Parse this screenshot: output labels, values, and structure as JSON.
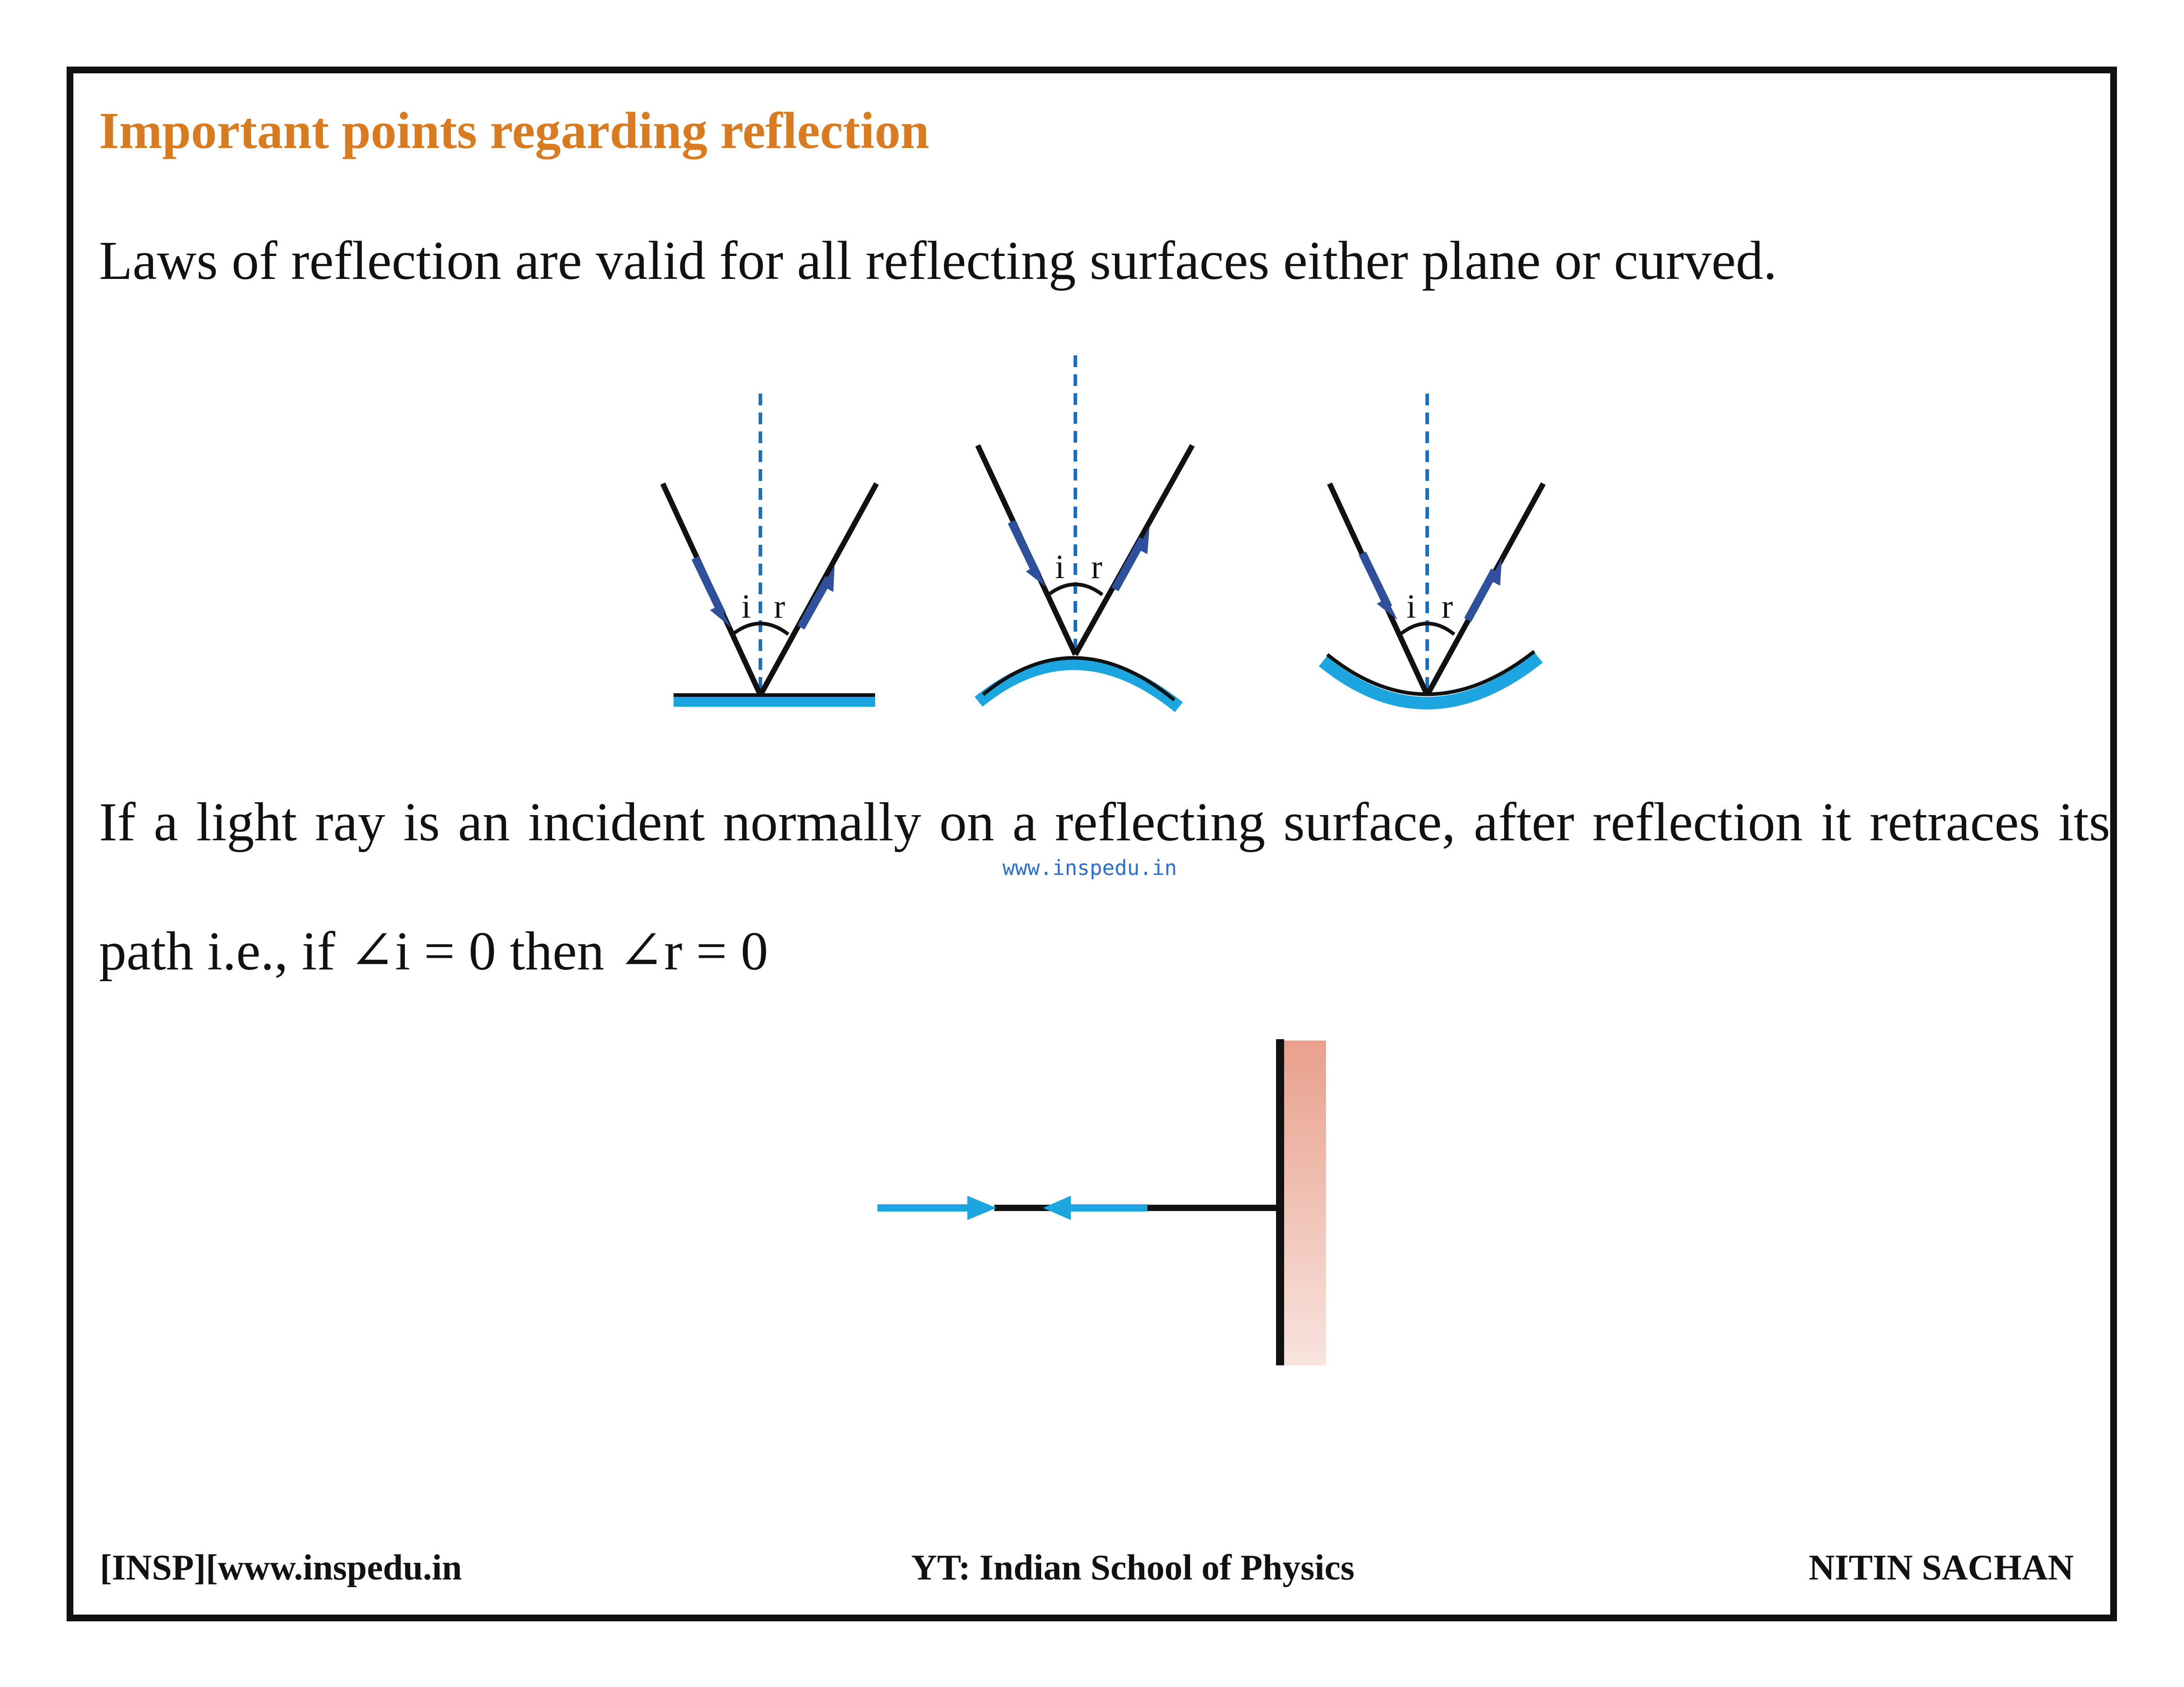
{
  "title": "Important points regarding reflection",
  "law_text": "Laws of reflection are valid for all reflecting surfaces either plane or curved.",
  "normal_text_line1": "If a light ray is an incident normally on a reflecting surface, after reflection it retraces its",
  "normal_text_line2_prefix": "path i.e., if ",
  "normal_eq1": "∠i = 0",
  "normal_text_line2_mid": " then ",
  "normal_eq2": "∠r = 0",
  "watermark": "www.inspedu.in",
  "figure1": {
    "angle_labels": [
      "i",
      "r",
      "i",
      "r",
      "i",
      "r"
    ],
    "mirrors": [
      "plane",
      "convex",
      "concave"
    ]
  },
  "footer": {
    "left": "[INSP][www.inspedu.in",
    "center": "YT: Indian School of Physics",
    "right": "NITIN SACHAN"
  },
  "colors": {
    "title": "#D97B20",
    "mirror": "#1BA6E0",
    "ray_arrow": "#2E4F9A",
    "normal_line": "#1A6FC0",
    "mirror_back": "#E8A08C"
  }
}
